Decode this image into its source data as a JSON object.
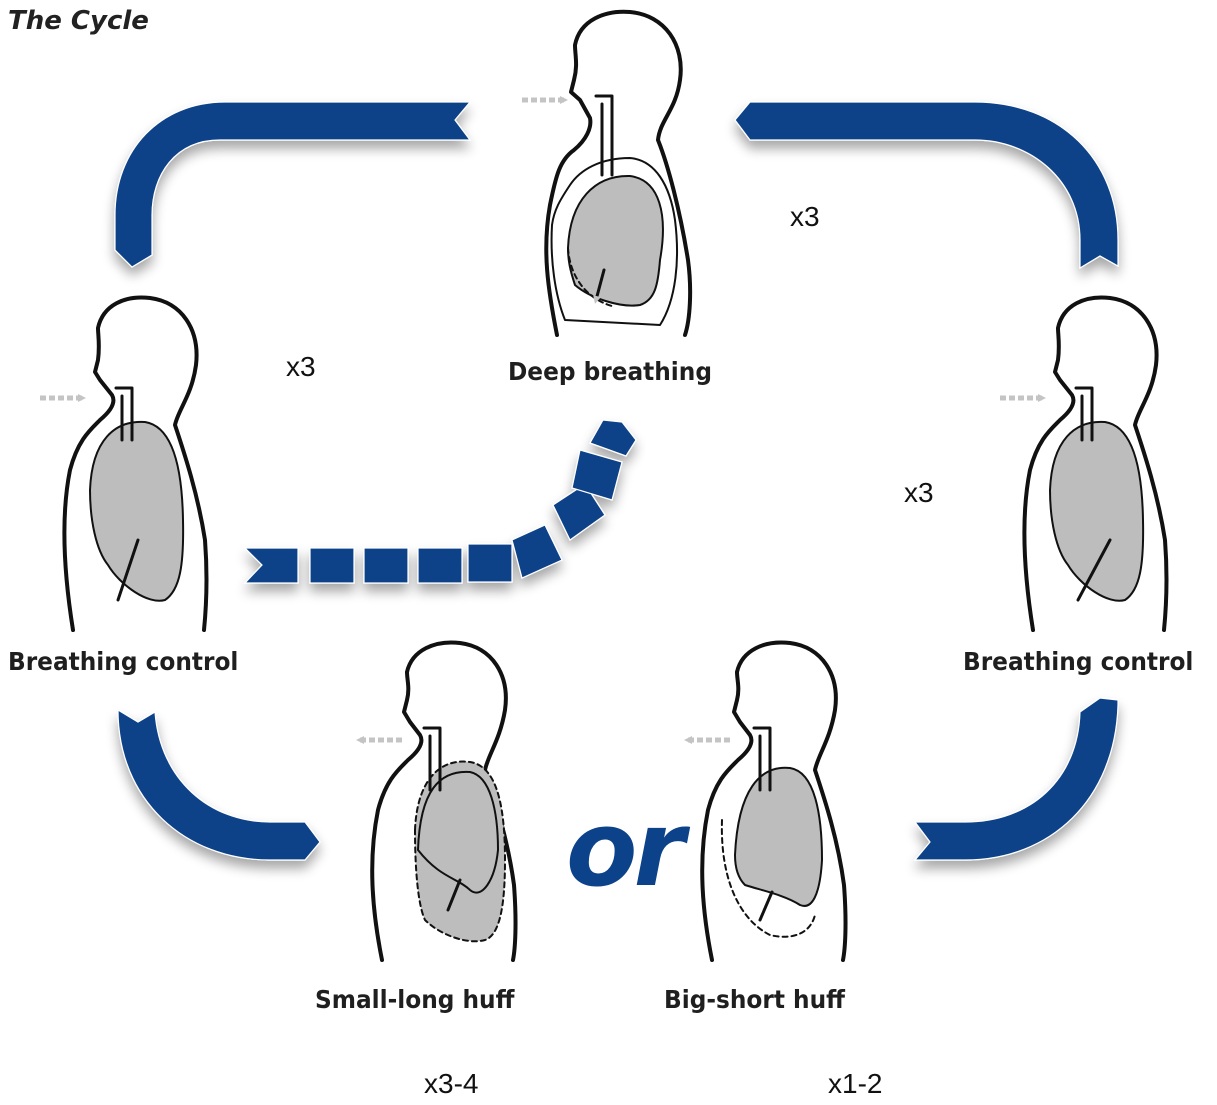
{
  "title": "The Cycle",
  "steps": {
    "deep_breathing": "Deep breathing",
    "breathing_control_left": "Breathing control",
    "breathing_control_right": "Breathing control",
    "small_long_huff": "Small-long huff",
    "big_short_huff": "Big-short huff"
  },
  "repetitions": {
    "top_right": "x3",
    "middle_left": "x3",
    "middle_right": "x3",
    "small_long_huff": "x3-4",
    "big_short_huff": "x1-2"
  },
  "connector": "or",
  "colors": {
    "arrow": "#0c4289",
    "lung": "#bdbdbd",
    "outline": "#111111",
    "airflow": "#c4c4c4"
  }
}
